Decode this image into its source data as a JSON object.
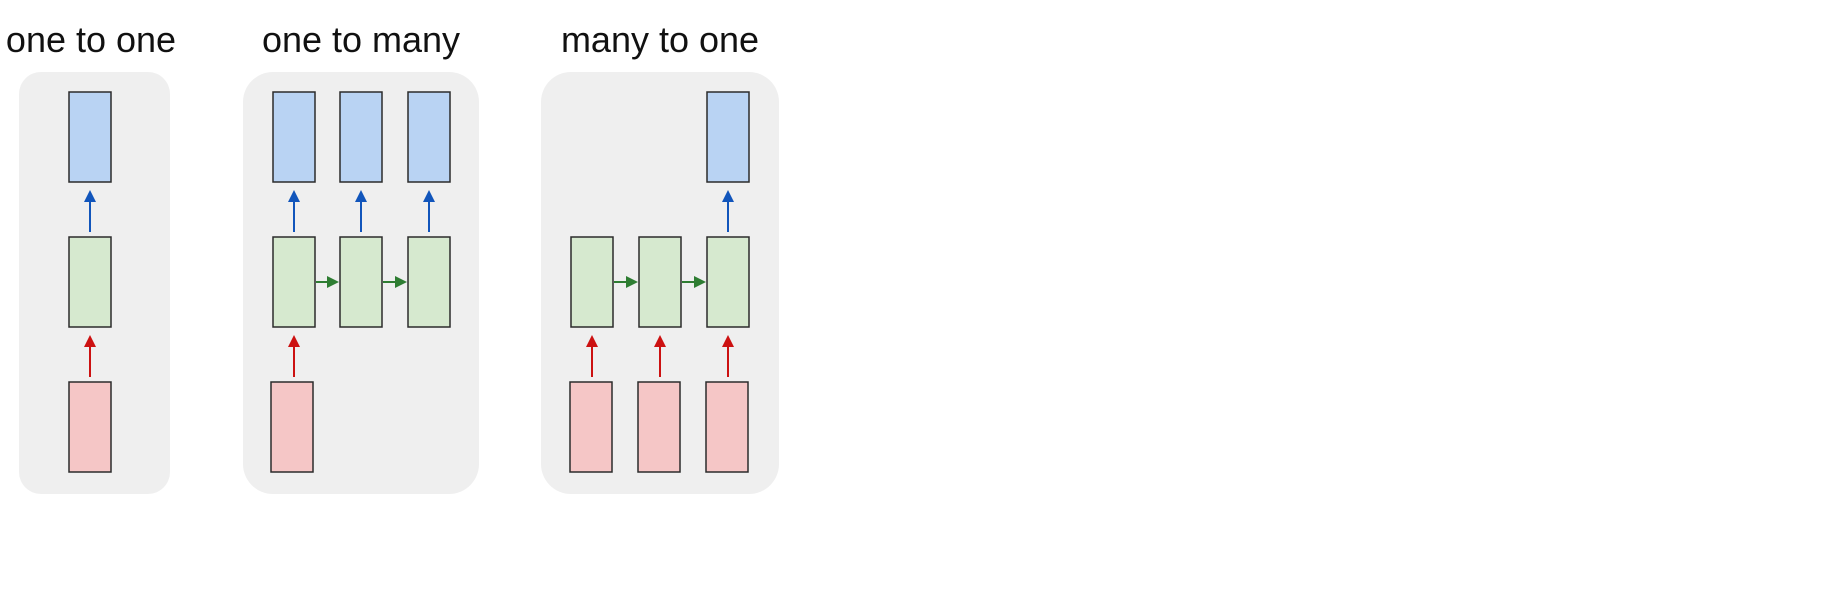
{
  "panels": [
    {
      "title": "one to one",
      "inputs": 1,
      "hidden": 1,
      "outputs": 1
    },
    {
      "title": "one to many",
      "inputs": 1,
      "hidden": 3,
      "outputs": 3
    },
    {
      "title": "many to one",
      "inputs": 3,
      "hidden": 3,
      "outputs": 1
    }
  ],
  "colors": {
    "panel_bg": "#efefef",
    "input_fill": "#f5c6c6",
    "hidden_fill": "#d6e9cf",
    "output_fill": "#b9d3f3",
    "box_stroke": "#2b2b2b",
    "input_arrow": "#cc1111",
    "output_arrow": "#1155bb",
    "recurrent_arrow": "#2e7d32"
  }
}
